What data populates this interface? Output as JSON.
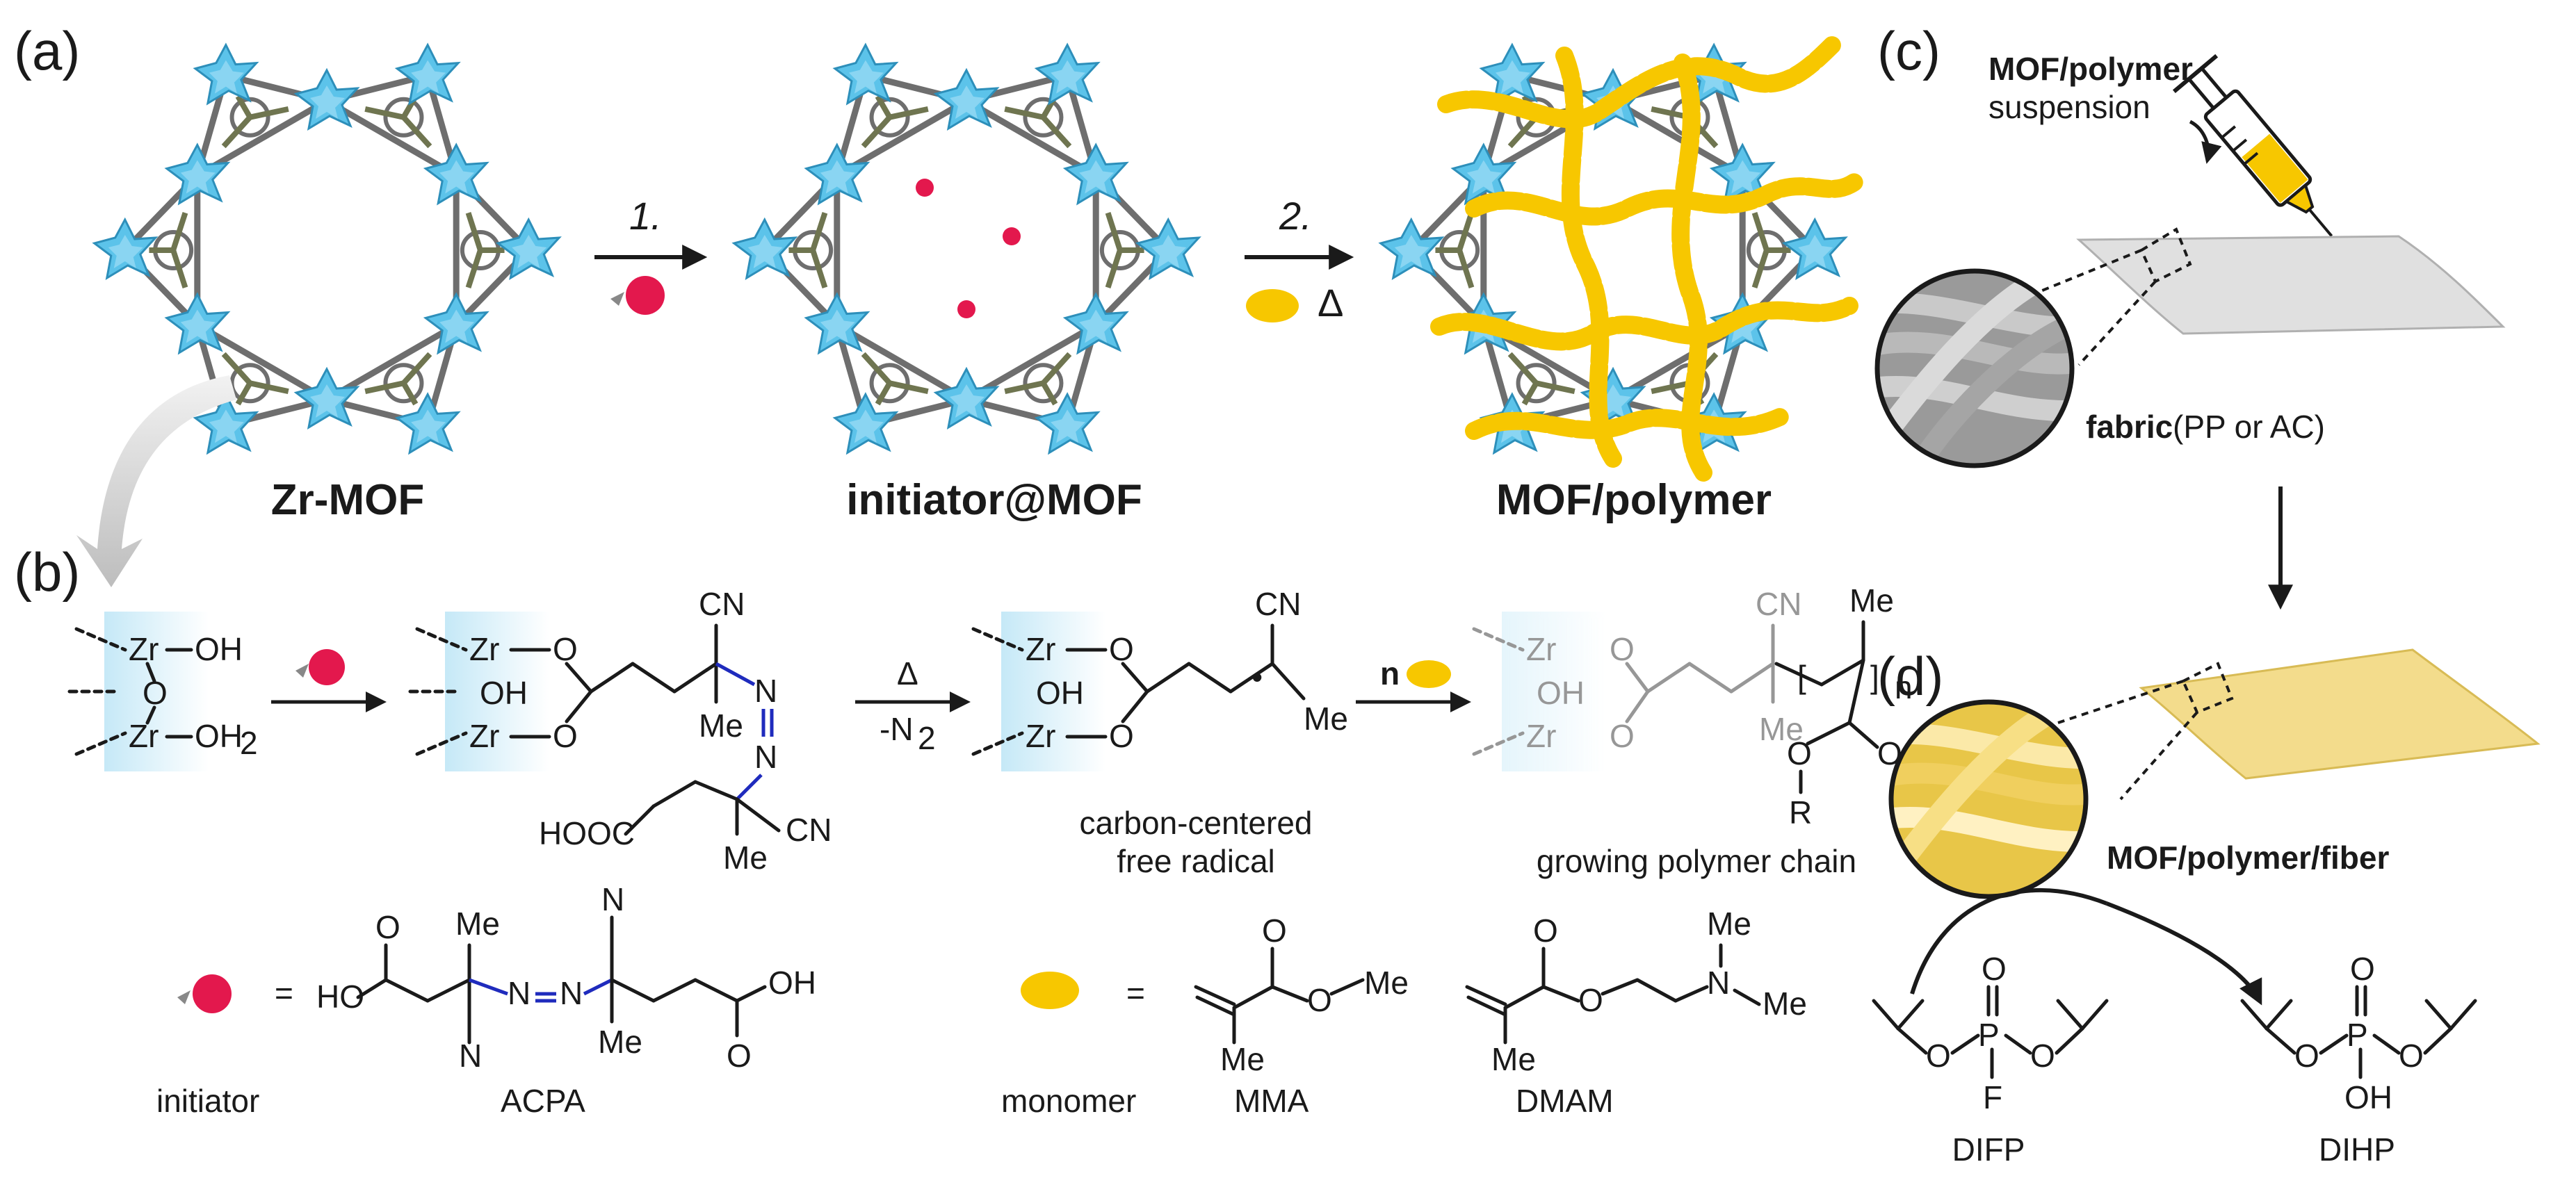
{
  "panels": {
    "a": "(a)",
    "b": "(b)",
    "c": "(c)",
    "d": "(d)"
  },
  "panel_a": {
    "labels": {
      "zr_mof": "Zr-MOF",
      "initiator_mof": "initiator@MOF",
      "mof_polymer": "MOF/polymer"
    },
    "steps": {
      "step1": "1.",
      "step2": "2.",
      "heat": "Δ"
    }
  },
  "panel_b": {
    "atoms": {
      "zr": "Zr",
      "oh": "OH",
      "oh2": "OH",
      "oh2_sub": "2",
      "o": "O",
      "oh_bridge": "OH",
      "cn": "CN",
      "me": "Me",
      "n": "N",
      "hooc": "HOOC",
      "r": "R",
      "n_sub": "n",
      "dot": "•"
    },
    "arrows": {
      "delta": "Δ",
      "minus_n2": "-N",
      "n2_sub": "2",
      "n": "n"
    },
    "captions": {
      "radical_line1": "carbon-centered",
      "radical_line2": "free radical",
      "growing": "growing polymer chain"
    },
    "legend": {
      "initiator": "initiator",
      "equals": "=",
      "ho": "HO",
      "oh": "OH",
      "acpa": "ACPA",
      "monomer": "monomer",
      "mma": "MMA",
      "dmam": "DMAM"
    }
  },
  "panel_c": {
    "suspension_bold": "MOF/polymer",
    "suspension_rest": "suspension",
    "fabric_bold": "fabric",
    "fabric_rest": " (PP or AC)"
  },
  "panel_d": {
    "composite": "MOF/polymer/fiber",
    "difp": "DIFP",
    "dihp": "DIHP",
    "f": "F",
    "oh": "OH",
    "p": "P",
    "o": "O"
  },
  "colors": {
    "cluster_blue": "#5cc3ea",
    "linker_gray": "#6e6e6e",
    "linker_olive": "#6f7550",
    "polymer_yellow": "#f7c700",
    "initiator_red": "#e3184d",
    "oxygen_red": "#e8202a",
    "azo_blue": "#1f2bbd",
    "difp_pink": "#e83e72",
    "dihp_green": "#1aa179",
    "fabric_gray": "#d8d8d8",
    "fabric_yellow": "#f3dc8c"
  }
}
